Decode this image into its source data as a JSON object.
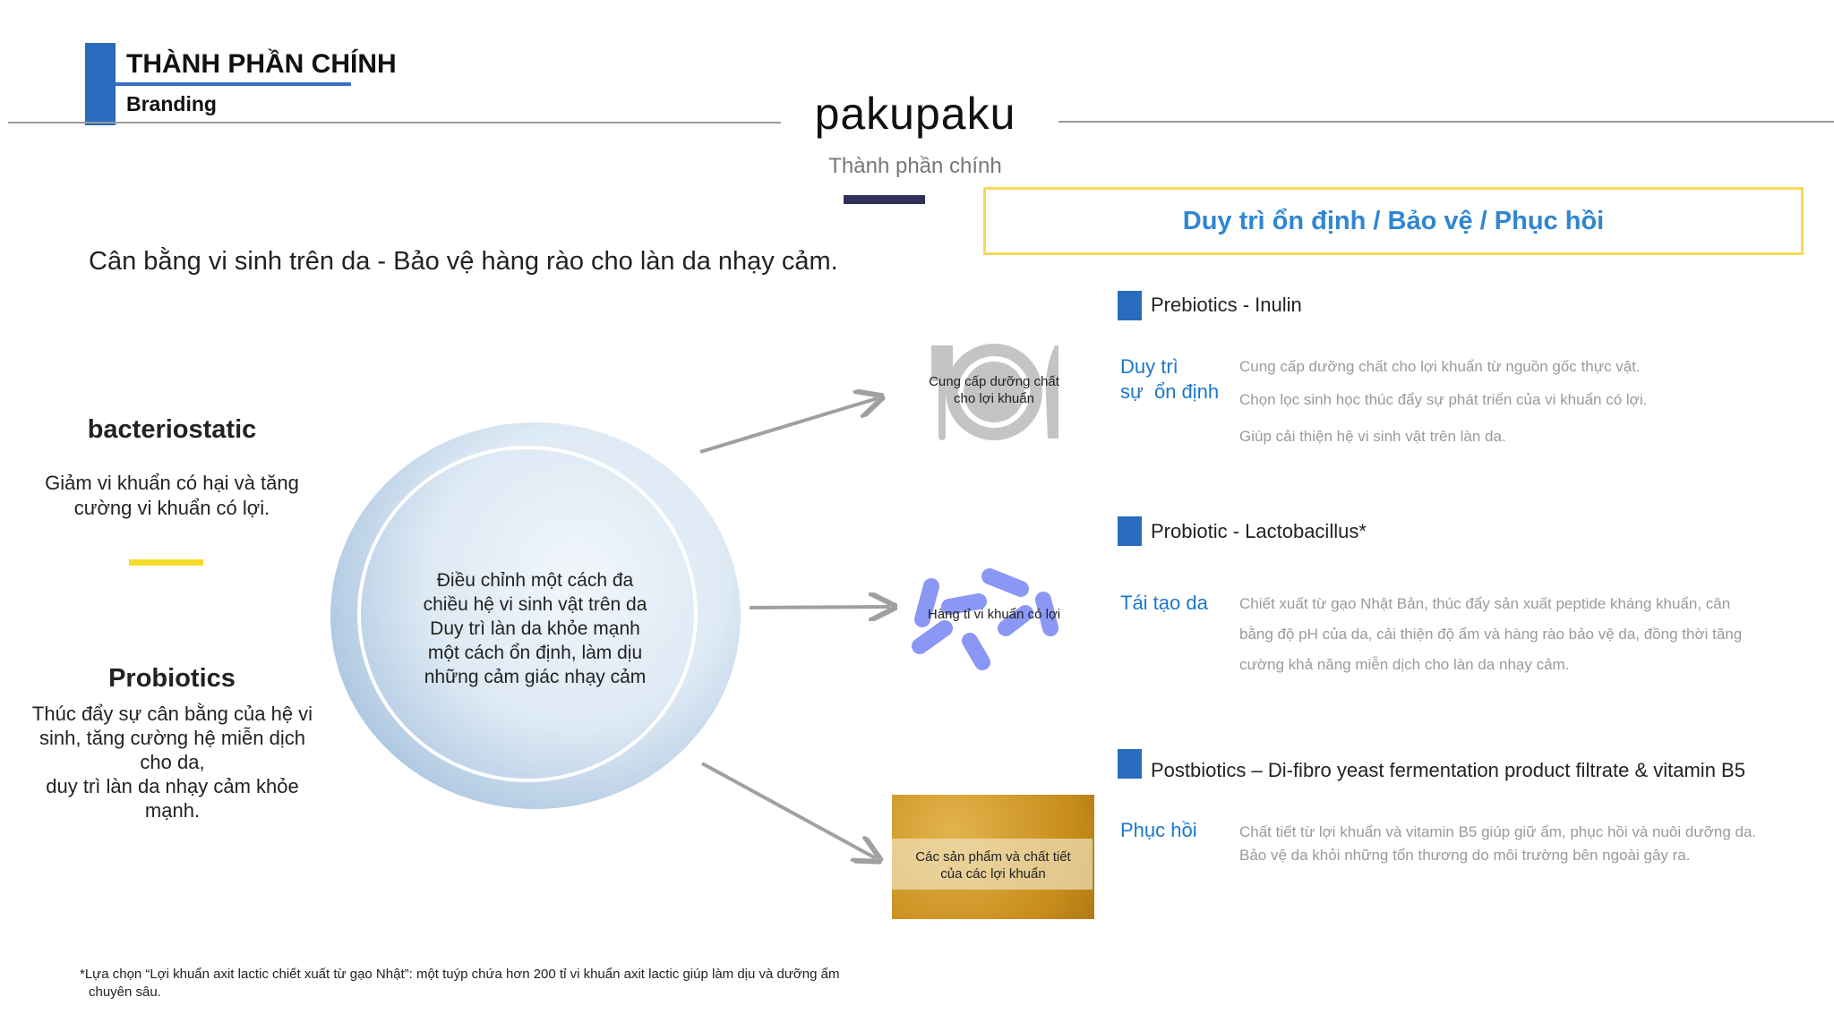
{
  "header": {
    "title": "THÀNH PHẦN CHÍNH",
    "subtitle": "Branding"
  },
  "brand": {
    "logo": "pakupaku",
    "section": "Thành phần chính"
  },
  "banner": {
    "text": "Duy trì ổn định / Bảo vệ / Phục hồi"
  },
  "tagline": "Cân bằng vi sinh trên da - Bảo vệ hàng rào cho làn da nhạy cảm.",
  "left": {
    "bacteriostatic": {
      "title": "bacteriostatic",
      "text": "Giảm vi khuẩn có hại và tăng cường vi khuẩn có lợi."
    },
    "probiotics": {
      "title": "Probiotics",
      "lines": [
        "Thúc đẩy sự cân bằng của hệ vi sinh, tăng cường hệ miễn dịch cho da,",
        "duy trì làn da nhạy cảm khỏe mạnh."
      ]
    }
  },
  "center": {
    "lines": [
      "Điều chỉnh một cách đa",
      "chiều hệ vi sinh vật trên da",
      "Duy trì làn da khỏe mạnh",
      "một cách ổn định, làm dịu",
      "những cảm giác nhạy cảm"
    ]
  },
  "icons": {
    "plate": {
      "caption1": "Cung cấp dưỡng chất",
      "caption2": "cho lợi khuẩn"
    },
    "bacteria": {
      "caption": "Hàng tỉ vi khuẩn có lợi"
    },
    "ferment": {
      "caption1": "Các sản phẩm và chất tiết",
      "caption2": "của các lợi khuẩn"
    }
  },
  "ingredients": [
    {
      "heading": "Prebiotics - Inulin",
      "tag1": "Duy trì",
      "tag2": "sự  ổn định",
      "desc": [
        "Cung cấp dưỡng chất cho lợi khuẩn từ nguồn gốc thực vật.",
        "Chọn lọc sinh học thúc đẩy sự phát triển của vi khuẩn có lợi.",
        "Giúp cải thiện hệ vi sinh vật trên làn da."
      ]
    },
    {
      "heading": "Probiotic - Lactobacillus*",
      "tag1": "Tái tạo da",
      "desc": [
        "Chiết xuất từ gạo Nhật Bản, thúc đẩy sản xuất peptide kháng khuẩn, cân",
        "bằng độ pH của da, cải thiện độ ẩm và hàng rào bảo vệ da, đồng thời tăng",
        "cường khả năng miễn dịch cho làn da nhạy cảm."
      ]
    },
    {
      "heading": "Postbiotics – Di-fibro yeast fermentation product filtrate & vitamin B5",
      "tag1": "Phục hồi",
      "desc": [
        "Chất tiết từ lợi khuẩn và vitamin B5 giúp giữ ẩm, phục hồi và nuôi dưỡng da.",
        "Bảo vệ da khỏi những tổn thương do môi trường bên ngoài gây ra."
      ]
    }
  ],
  "footnote": {
    "line1": "*Lựa chọn “Lợi khuẩn axit lactic chiết xuất từ gạo Nhật”: một tuýp chứa hơn 200 tỉ vi khuẩn axit lactic giúp làm dịu và dưỡng ẩm",
    "line2": "chuyên sâu."
  }
}
